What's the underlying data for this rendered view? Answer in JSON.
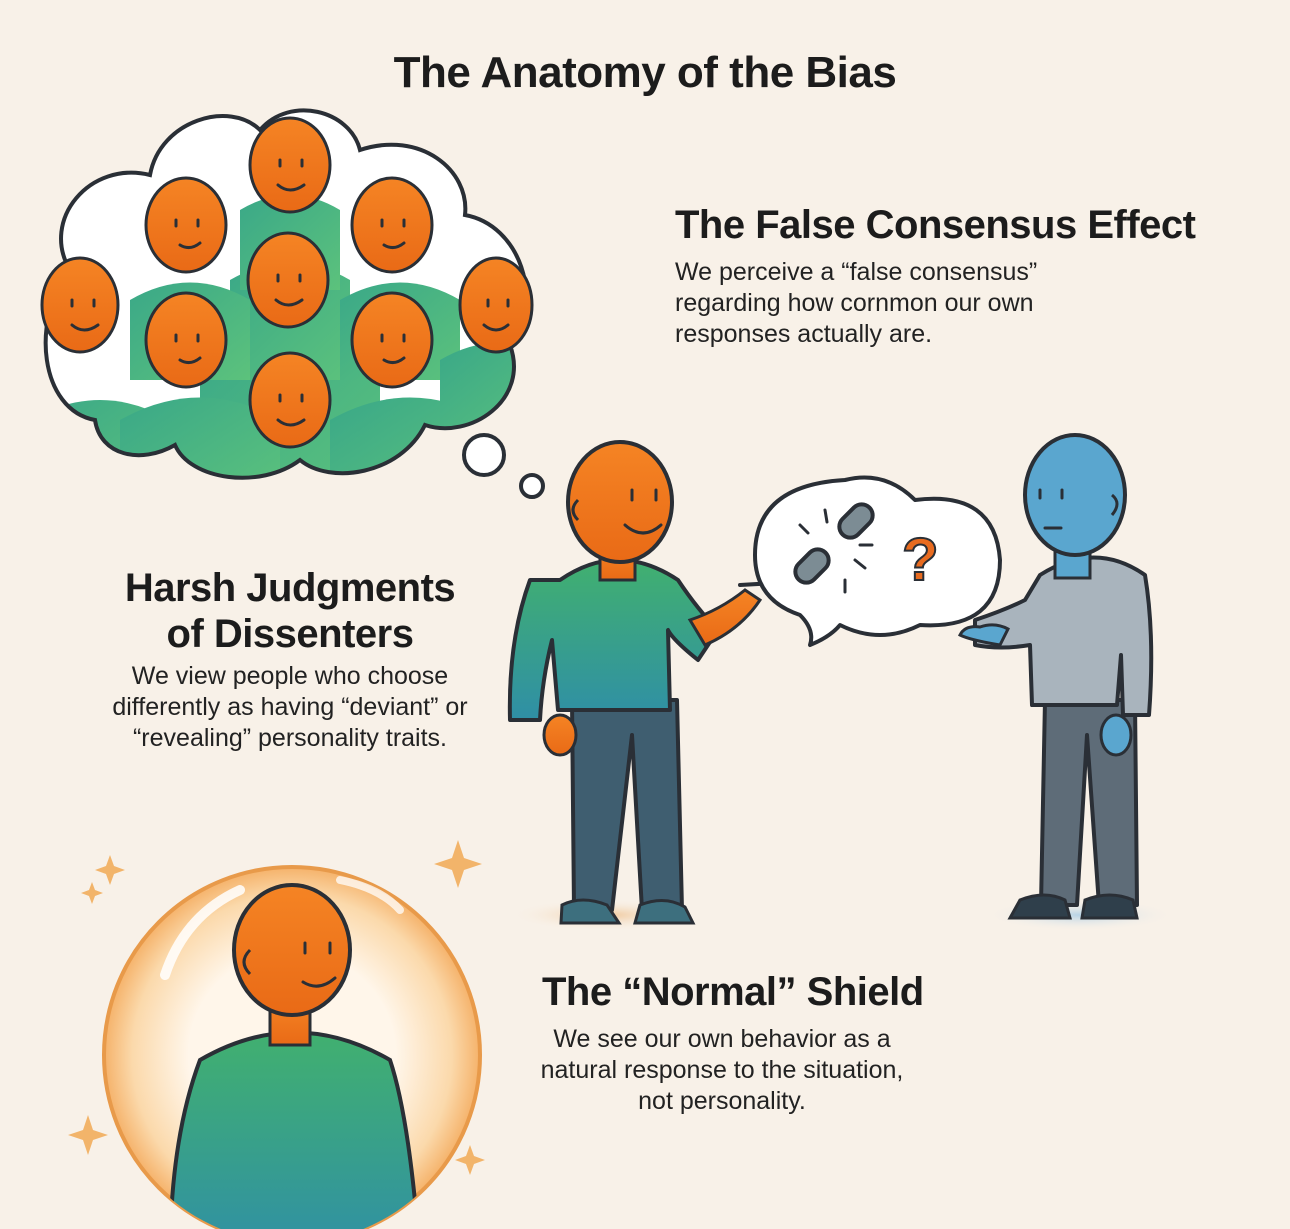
{
  "title": "The Anatomy of the Bias",
  "sections": {
    "false_consensus": {
      "heading": "The False Consensus Effect",
      "body": "We perceive a “false consensus” regarding how cornmon our own responses actually are."
    },
    "harsh_judgments": {
      "heading_line1": "Harsh Judgments",
      "heading_line2": "of Dissenters",
      "body": "We view people who choose differently as having “deviant” or “revealing” personality traits."
    },
    "normal_shield": {
      "heading": "The “Normal” Shield",
      "body": "We see our own behavior as a natural response to the situation, not personality."
    }
  },
  "speech_bubble": {
    "glyph": "?"
  },
  "colors": {
    "background": "#f8f1e8",
    "skin_orange": "#f07a1c",
    "shirt_green": "#3cae77",
    "pants_slate": "#3f5e70",
    "other_person_blue": "#5aa6cf",
    "other_shirt_grey": "#a9b4bd",
    "question_mark": "#e86b1f",
    "bubble_glow": "#f6b774"
  }
}
